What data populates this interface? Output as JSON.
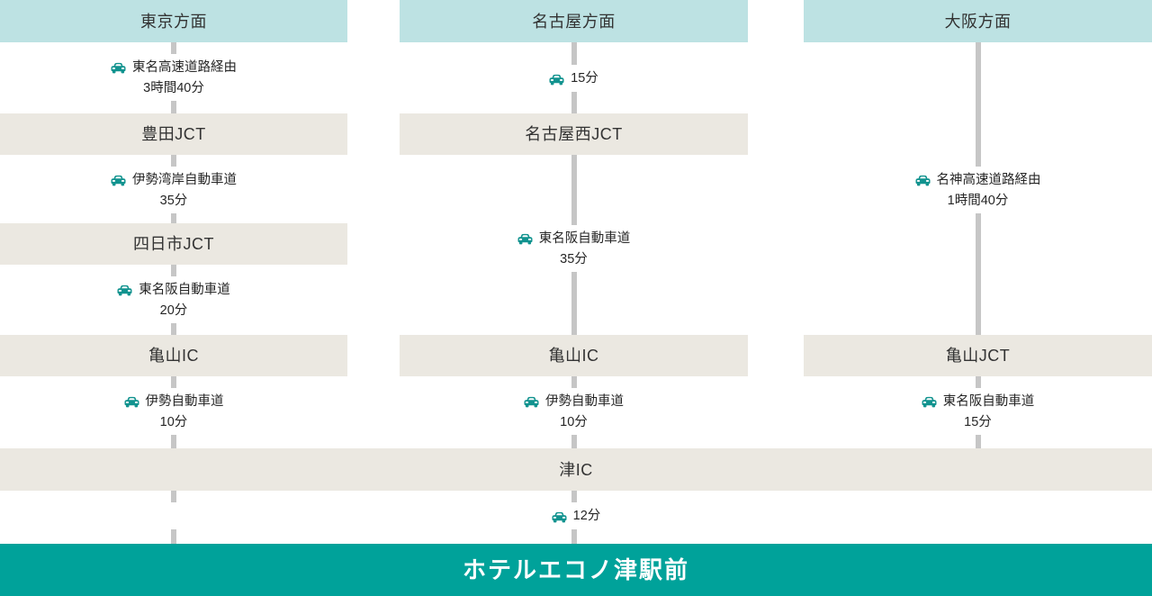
{
  "diagram": {
    "title_terminal": "ホテルエコノ津駅前",
    "colors": {
      "header_band": "#bde2e3",
      "node_band": "#ebe8e1",
      "terminal_band": "#00a29a",
      "rail": "#c6c6c6",
      "icon": "#12938f"
    },
    "columns": [
      {
        "header": "東京方面",
        "steps": [
          {
            "icon": "car-icon",
            "route": "東名高速道路経由",
            "duration": "3時間40分"
          },
          {
            "node": "豊田JCT"
          },
          {
            "icon": "car-icon",
            "route": "伊勢湾岸自動車道",
            "duration": "35分"
          },
          {
            "node": "四日市JCT"
          },
          {
            "icon": "car-icon",
            "route": "東名阪自動車道",
            "duration": "20分"
          },
          {
            "node": "亀山IC"
          },
          {
            "icon": "car-icon",
            "route": "伊勢自動車道",
            "duration": "10分"
          }
        ]
      },
      {
        "header": "名古屋方面",
        "steps": [
          {
            "icon": "car-icon",
            "route": "15分",
            "duration": ""
          },
          {
            "node": "名古屋西JCT"
          },
          {
            "icon": "car-icon",
            "route": "東名阪自動車道",
            "duration": "35分"
          },
          {
            "node": "亀山IC"
          },
          {
            "icon": "car-icon",
            "route": "伊勢自動車道",
            "duration": "10分"
          }
        ]
      },
      {
        "header": "大阪方面",
        "steps": [
          {
            "icon": "car-icon",
            "route": "名神高速道路経由",
            "duration": "1時間40分"
          },
          {
            "node": "亀山JCT"
          },
          {
            "icon": "car-icon",
            "route": "東名阪自動車道",
            "duration": "15分"
          }
        ]
      }
    ],
    "shared": {
      "node": "津IC",
      "final_leg": {
        "icon": "car-icon",
        "route": "12分",
        "duration": ""
      }
    }
  }
}
